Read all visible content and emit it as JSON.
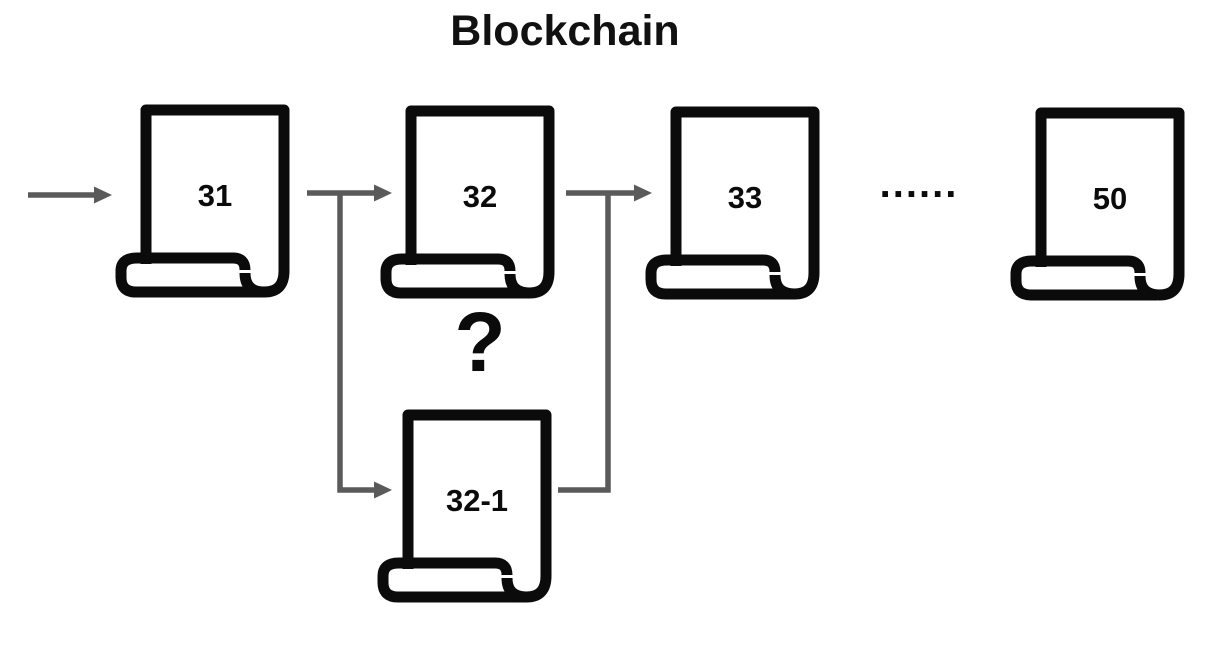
{
  "title": "Blockchain",
  "diagram": {
    "blocks": [
      {
        "id": "block-31",
        "label": "31"
      },
      {
        "id": "block-32",
        "label": "32"
      },
      {
        "id": "block-33",
        "label": "33"
      },
      {
        "id": "block-50",
        "label": "50"
      },
      {
        "id": "block-32-1",
        "label": "32-1"
      }
    ],
    "ellipsis": "......",
    "question_mark": "?",
    "colors": {
      "ink": "#0b0b0b",
      "arrow": "#5a5a5a",
      "background": "#ffffff"
    }
  }
}
